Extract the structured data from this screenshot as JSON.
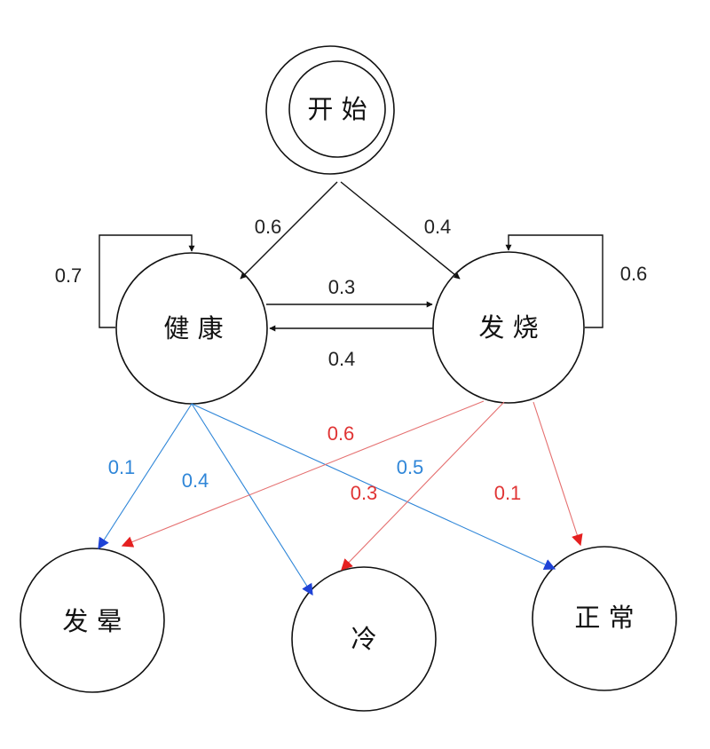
{
  "nodes": {
    "start": "开 始",
    "healthy": "健 康",
    "fever": "发 烧",
    "dizzy": "发 晕",
    "cold": "冷",
    "normal": "正 常"
  },
  "edges": {
    "start_to_healthy": "0.6",
    "start_to_fever": "0.4",
    "healthy_self": "0.7",
    "fever_self": "0.6",
    "healthy_to_fever": "0.3",
    "fever_to_healthy": "0.4",
    "healthy_to_dizzy": "0.1",
    "healthy_to_cold": "0.4",
    "healthy_to_normal": "0.5",
    "fever_to_dizzy": "0.6",
    "fever_to_cold": "0.3",
    "fever_to_normal": "0.1"
  },
  "colors": {
    "transition": "#111111",
    "healthy_emission": "#2f86d8",
    "fever_emission": "#e03434",
    "healthy_arrowhead": "#1f43d6",
    "fever_arrowhead": "#e52020"
  }
}
